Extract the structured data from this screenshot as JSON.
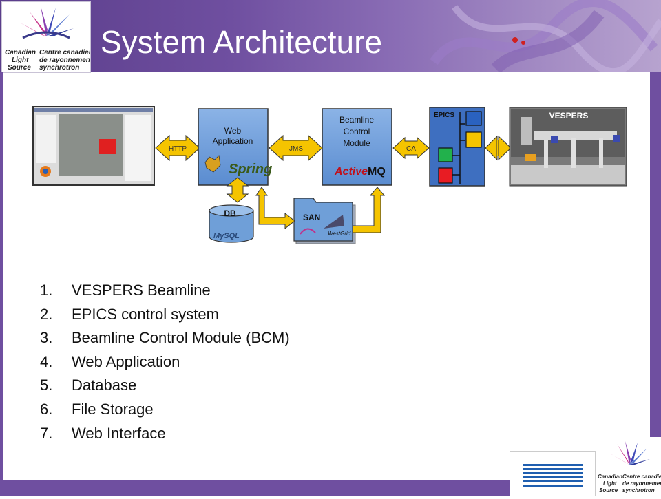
{
  "slide": {
    "title": "System Architecture",
    "logo_text": {
      "line1_en": "Canadian",
      "line1_fr": "Centre canadien",
      "line2_en": "Light",
      "line2_fr": "de rayonnement",
      "line3_en": "Source",
      "line3_fr": "synchrotron"
    }
  },
  "diagram": {
    "web_app_label_1": "Web",
    "web_app_label_2": "Application",
    "spring_label": "Spring",
    "bcm_label_1": "Beamline",
    "bcm_label_2": "Control",
    "bcm_label_3": "Module",
    "activemq_a": "Active",
    "activemq_b": "MQ",
    "epics_label": "EPICS",
    "vespers_label": "VESPERS",
    "http_label": "HTTP",
    "jms_label": "JMS",
    "ca_label": "CA",
    "db_label": "DB",
    "mysql_label": "MySQL",
    "san_label": "SAN",
    "westgrid_label": "WestGrid"
  },
  "list": {
    "items": [
      {
        "num": "1.",
        "text": "VESPERS Beamline"
      },
      {
        "num": "2.",
        "text": "EPICS control system"
      },
      {
        "num": "3.",
        "text": "Beamline Control Module (BCM)"
      },
      {
        "num": "4.",
        "text": "Web Application"
      },
      {
        "num": "5.",
        "text": "Database"
      },
      {
        "num": "6.",
        "text": "File Storage"
      },
      {
        "num": "7.",
        "text": "Web Interface"
      }
    ]
  },
  "sponsors": {
    "ibm_label": "IBM"
  },
  "colors": {
    "purple": "#6f4fa0",
    "box_blue": "#6f9fd8",
    "arrow_yellow": "#f5c400",
    "epics_green": "#22b14c",
    "epics_red": "#e81c23",
    "epics_yellow": "#f5c400"
  }
}
